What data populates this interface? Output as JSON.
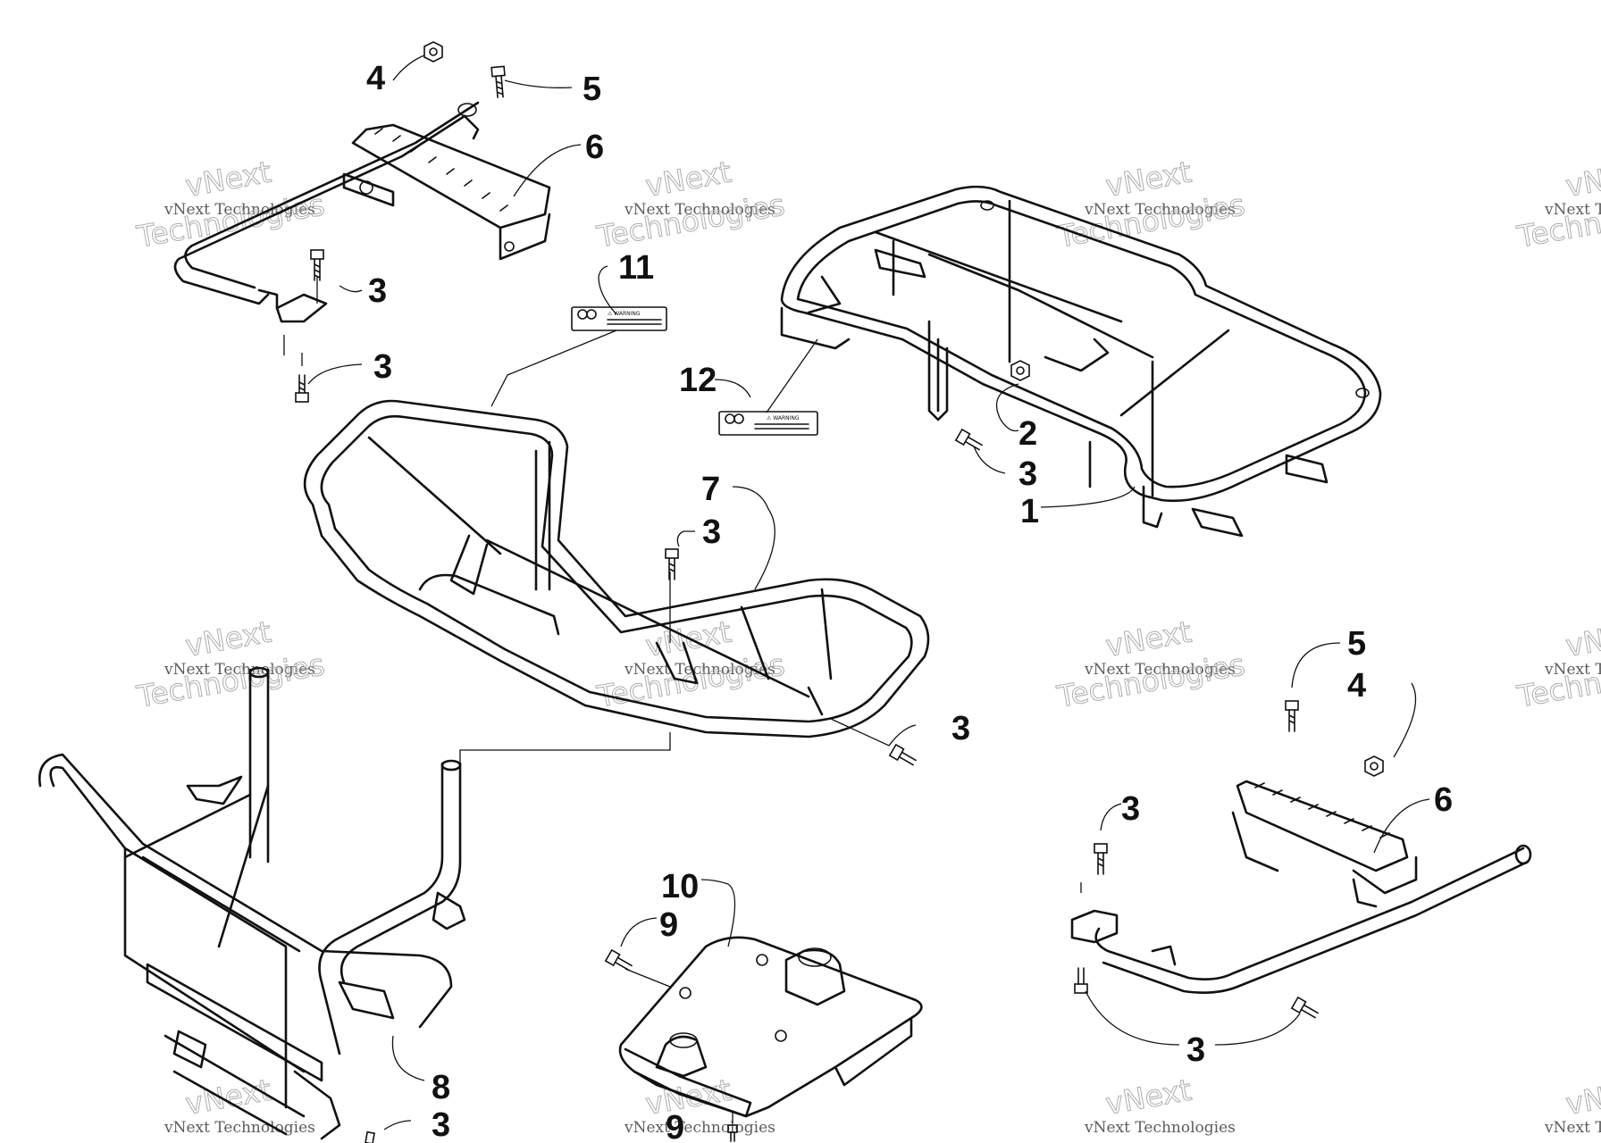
{
  "watermark": {
    "line1": "vNext Technologies",
    "line2": "vNext",
    "line3": "Technologies"
  },
  "decal_11": {
    "heading": "⚠ WARNING"
  },
  "decal_12": {
    "heading": "⚠ WARNING"
  },
  "callouts": {
    "c1": "1",
    "c2": "2",
    "c3": "3",
    "c4": "4",
    "c5": "5",
    "c6": "6",
    "c7": "7",
    "c8": "8",
    "c9": "9",
    "c10": "10",
    "c11": "11",
    "c12": "12"
  }
}
